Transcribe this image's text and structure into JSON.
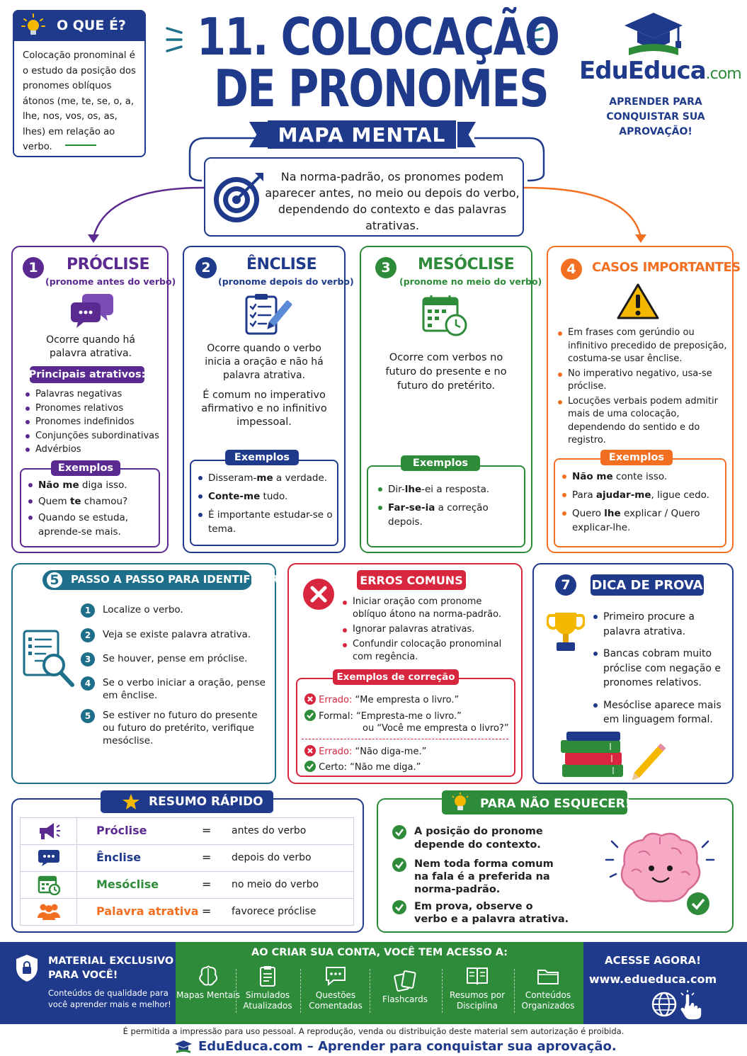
{
  "what_is": {
    "title": "O QUE É?",
    "text": "Colocação pronominal é o estudo da posição dos pronomes oblíquos átonos (me, te, se, o, a, lhe, nos, vos, os, as, lhes) em relação ao verbo."
  },
  "title": {
    "line1": "11. COLOCAÇÃO",
    "line2": "DE PRONOMES",
    "banner": "MAPA MENTAL"
  },
  "brand": {
    "name": "EduEduca",
    "tld": ".com",
    "tagline_1": "APRENDER PARA",
    "tagline_2": "CONQUISTAR SUA APROVAÇÃO!"
  },
  "central": {
    "text": "Na norma-padrão, os pronomes podem aparecer antes, no meio ou depois do verbo, dependendo do contexto e das palavras atrativas."
  },
  "colors": {
    "purple": "#5b2a91",
    "blue": "#1f3a8a",
    "green": "#2e8b3a",
    "orange": "#f26f21",
    "teal": "#1d6f8a",
    "red": "#d7263d",
    "yellow": "#f5b800"
  },
  "proclise": {
    "number": "1",
    "title": "PRÓCLISE",
    "subtitle": "(pronome antes do verbo)",
    "icon": "chat-bubbles-icon",
    "text": "Ocorre quando há palavra atrativa.",
    "attractors_title": "Principais atrativos:",
    "attractors": [
      "Palavras negativas",
      "Pronomes relativos",
      "Pronomes indefinidos",
      "Conjunções subordinativas",
      "Advérbios"
    ],
    "examples_label": "Exemplos",
    "examples": [
      {
        "pre": "",
        "bold": "Não me",
        "post": " diga isso."
      },
      {
        "pre": "Quem ",
        "bold": "te",
        "post": " chamou?"
      },
      {
        "pre": "Quando se estuda, aprende-se mais.",
        "bold": "",
        "post": ""
      }
    ]
  },
  "enclise": {
    "number": "2",
    "title": "ÊNCLISE",
    "subtitle": "(pronome depois do verbo)",
    "icon": "checklist-pencil-icon",
    "text1": "Ocorre quando o verbo inicia a oração e não há palavra atrativa.",
    "text2": "É comum no imperativo afirmativo e no infinitivo impessoal.",
    "examples_label": "Exemplos",
    "examples": [
      {
        "pre": "Disseram-",
        "bold": "me",
        "post": " a verdade."
      },
      {
        "pre": "",
        "bold": "Conte-me",
        "post": " tudo."
      },
      {
        "pre": "É importante estudar-se o tema.",
        "bold": "",
        "post": ""
      }
    ]
  },
  "mesoclise": {
    "number": "3",
    "title": "MESÓCLISE",
    "subtitle": "(pronome no meio do verbo)",
    "icon": "calendar-clock-icon",
    "text": "Ocorre com verbos no futuro do presente e no futuro do pretérito.",
    "examples_label": "Exemplos",
    "examples": [
      {
        "pre": "Dir-",
        "bold": "lhe",
        "post": "-ei a resposta."
      },
      {
        "pre": "",
        "bold": "Far-se-ia",
        "post": " a correção depois."
      }
    ]
  },
  "casos": {
    "number": "4",
    "title": "CASOS IMPORTANTES",
    "icon": "warning-icon",
    "items": [
      "Em frases com gerúndio ou infinitivo precedido de preposição, costuma-se usar ênclise.",
      "No imperativo negativo, usa-se próclise.",
      "Locuções verbais podem admitir mais de uma colocação, dependendo do sentido e do registro."
    ],
    "examples_label": "Exemplos",
    "examples": [
      {
        "pre": "",
        "bold": "Não me",
        "post": " conte isso."
      },
      {
        "pre": "Para ",
        "bold": "ajudar-me",
        "post": ", ligue cedo."
      },
      {
        "pre": "Quero ",
        "bold": "lhe",
        "post": " explicar / Quero explicar-lhe."
      }
    ]
  },
  "passo": {
    "number": "5",
    "title": "PASSO A PASSO PARA IDENTIFICAR",
    "icon": "document-magnifier-icon",
    "steps": [
      "Localize o verbo.",
      "Veja se existe palavra atrativa.",
      "Se houver, pense em próclise.",
      "Se o verbo iniciar a oração, pense em ênclise.",
      "Se estiver no futuro do presente ou futuro do pretérito, verifique mesóclise."
    ]
  },
  "erros": {
    "title": "ERROS COMUNS",
    "icon": "x-circle-icon",
    "items": [
      "Iniciar oração com pronome oblíquo átono na norma-padrão.",
      "Ignorar palavras atrativas.",
      "Confundir colocação pronominal com regência."
    ],
    "correction_label": "Exemplos de correção",
    "corrections": [
      {
        "kind": "wrong",
        "label": "Errado:",
        "text": "“Me empresta o livro.”"
      },
      {
        "kind": "right",
        "label": "Formal:",
        "text": "“Empresta-me o livro.”",
        "extra": "ou “Você me empresta o livro?”"
      },
      {
        "kind": "wrong",
        "label": "Errado:",
        "text": "“Não diga-me.”"
      },
      {
        "kind": "right",
        "label": "Certo:",
        "text": "“Não me diga.”"
      }
    ]
  },
  "dica": {
    "number": "7",
    "title": "DICA DE PROVA",
    "icon": "trophy-icon",
    "items": [
      "Primeiro procure a palavra atrativa.",
      "Bancas cobram muito próclise com negação e pronomes relativos.",
      "Mesóclise aparece mais em linguagem formal."
    ]
  },
  "resumo": {
    "title": "RESUMO RÁPIDO",
    "rows": [
      {
        "term": "Próclise",
        "eq": "=",
        "def": "antes do verbo",
        "icon": "megaphone-icon"
      },
      {
        "term": "Ênclise",
        "eq": "=",
        "def": "depois do verbo",
        "icon": "chat-icon"
      },
      {
        "term": "Mesóclise",
        "eq": "=",
        "def": "no meio do verbo",
        "icon": "calendar-icon"
      },
      {
        "term": "Palavra atrativa",
        "eq": "=",
        "def": "favorece próclise",
        "icon": "people-icon"
      }
    ]
  },
  "lembrar": {
    "title": "PARA NÃO ESQUECER!",
    "icon": "brain-icon",
    "items": [
      "A posição do pronome depende do contexto.",
      "Nem toda forma comum na fala é a preferida na norma-padrão.",
      "Em prova, observe o verbo e a palavra atrativa."
    ]
  },
  "footer": {
    "exclusive_title_1": "MATERIAL EXCLUSIVO",
    "exclusive_title_2": "PARA VOCÊ!",
    "exclusive_text": "Conteúdos de qualidade para você aprender mais e melhor!",
    "access_title": "AO CRIAR SUA CONTA, VOCÊ TEM ACESSO A:",
    "features": [
      {
        "label": "Mapas Mentais",
        "icon": "brain-outline-icon"
      },
      {
        "label": "Simulados Atualizados",
        "icon": "clipboard-icon"
      },
      {
        "label": "Questões Comentadas",
        "icon": "speech-bubble-icon"
      },
      {
        "label": "Flashcards",
        "icon": "cards-icon"
      },
      {
        "label": "Resumos por Disciplina",
        "icon": "book-icon"
      },
      {
        "label": "Conteúdos Organizados",
        "icon": "folder-icon"
      }
    ],
    "cta": "ACESSE AGORA!",
    "url": "www.edueduca.com",
    "disclaimer": "É permitida a impressão para uso pessoal. A reprodução, venda ou distribuição deste material sem autorização é proibida.",
    "bottom_line": "EduEduca.com – Aprender para conquistar sua aprovação."
  }
}
